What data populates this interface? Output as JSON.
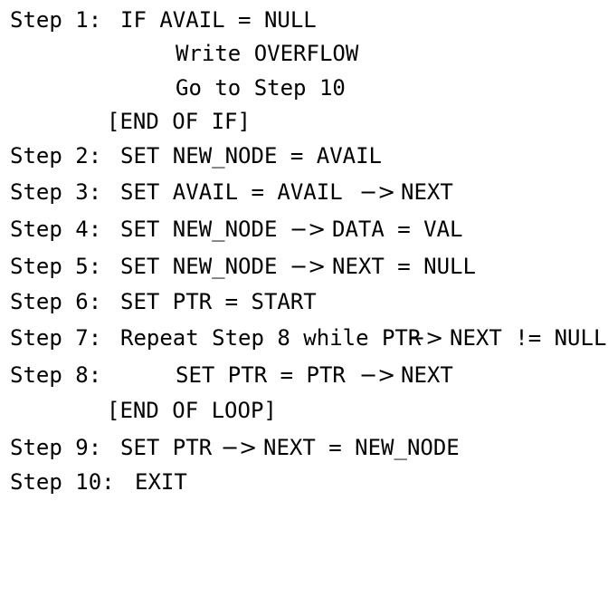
{
  "algorithm": {
    "step1": {
      "label": "Step 1:",
      "code": "IF AVAIL = NULL"
    },
    "step1_write": "Write OVERFLOW",
    "step1_goto": "Go to Step 10",
    "end_if": "[END OF IF]",
    "step2": {
      "label": "Step 2:",
      "code": "SET NEW_NODE = AVAIL"
    },
    "step3": {
      "label": "Step 3:",
      "before": "SET AVAIL = AVAIL",
      "arrow": "−>",
      "after": "NEXT"
    },
    "step4": {
      "label": "Step 4:",
      "before": "SET NEW_NODE",
      "arrow": "−>",
      "after": "DATA = VAL"
    },
    "step5": {
      "label": "Step 5:",
      "before": "SET NEW_NODE",
      "arrow": "−>",
      "after": "NEXT = NULL"
    },
    "step6": {
      "label": "Step 6:",
      "code": "SET PTR = START"
    },
    "step7": {
      "label": "Step 7:",
      "before": "Repeat Step 8 while PTR",
      "arrow": "−>",
      "after": "NEXT != NULL"
    },
    "step8": {
      "label": "Step 8:",
      "before": "SET PTR = PTR",
      "arrow": "−>",
      "after": "NEXT"
    },
    "end_loop": "[END OF LOOP]",
    "step9": {
      "label": "Step 9:",
      "before": "SET PTR",
      "arrow": "−>",
      "after": "NEXT = NEW_NODE"
    },
    "step10": {
      "label": "Step 10:",
      "code": "EXIT"
    }
  }
}
